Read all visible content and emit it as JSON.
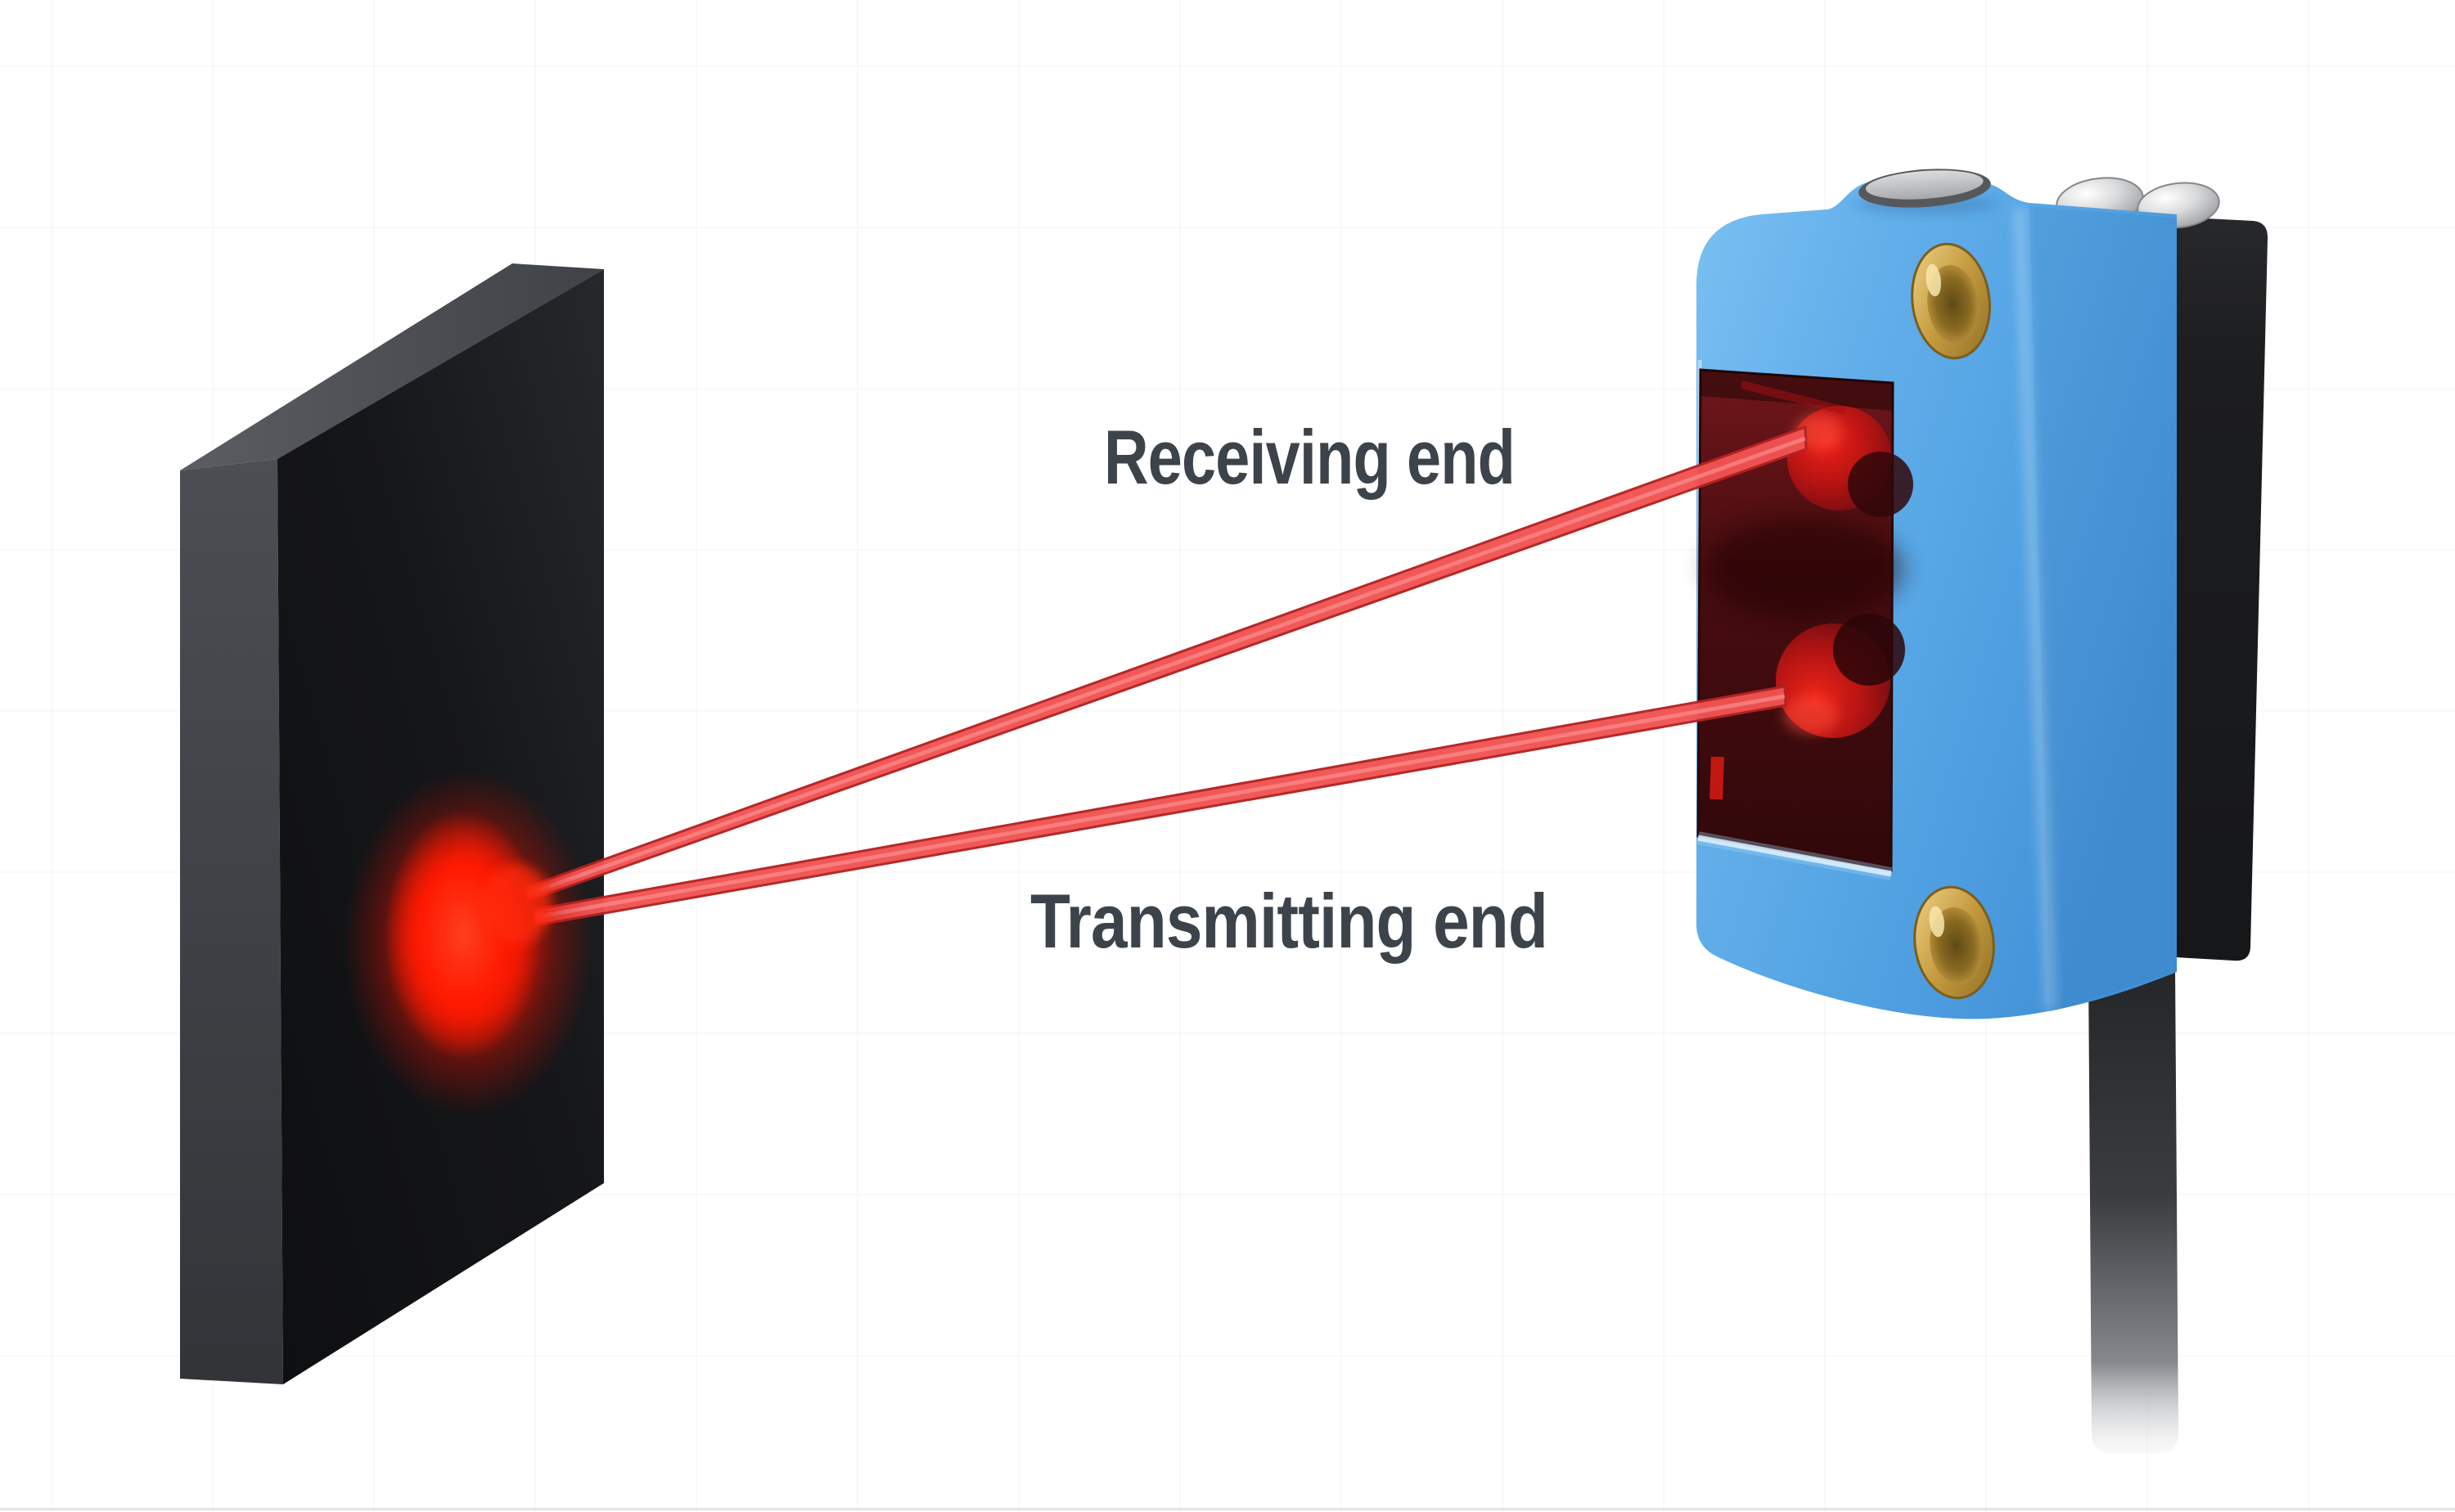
{
  "diagram": {
    "type": "photoelectric-sensor-illustration",
    "labels": {
      "receiving": "Receiving end",
      "transmitting": "Transmitting end"
    },
    "parts": {
      "target_plate": "black-target-plate",
      "light_spot": "red-reflection-spot",
      "upper_beam": "receiving-light-beam",
      "lower_beam": "transmitting-light-beam",
      "sensor": "blue-photoelectric-sensor",
      "lens_window": "red-lens-window",
      "receiver_lens": "receiver-lens",
      "transmitter_lens": "transmitter-lens",
      "mounting_holes": "brass-mounting-holes",
      "top_cap": "gray-top-cap",
      "connector_domes": "silver-connector-domes",
      "back_plate": "black-back-plate",
      "cable": "black-cable"
    },
    "colors": {
      "background": "#ffffff",
      "label_text": "#3d434a",
      "sensor_body_blue": "#58a7e6",
      "sensor_window_maroon": "#490d10",
      "lens_red": "#e31b15",
      "beam_red": "#f15353",
      "beam_edge_red": "#b42222",
      "glow_red": "#ff1a00",
      "plate_front_black": "#141518",
      "plate_side_gray": "#4b4e53",
      "brass": "#c49a3e",
      "back_plate_black": "#1c1d1f",
      "cable_dark": "#2b2d2f",
      "cap_gray": "#a6a7a9",
      "dome_silver": "#d9dadb"
    }
  }
}
